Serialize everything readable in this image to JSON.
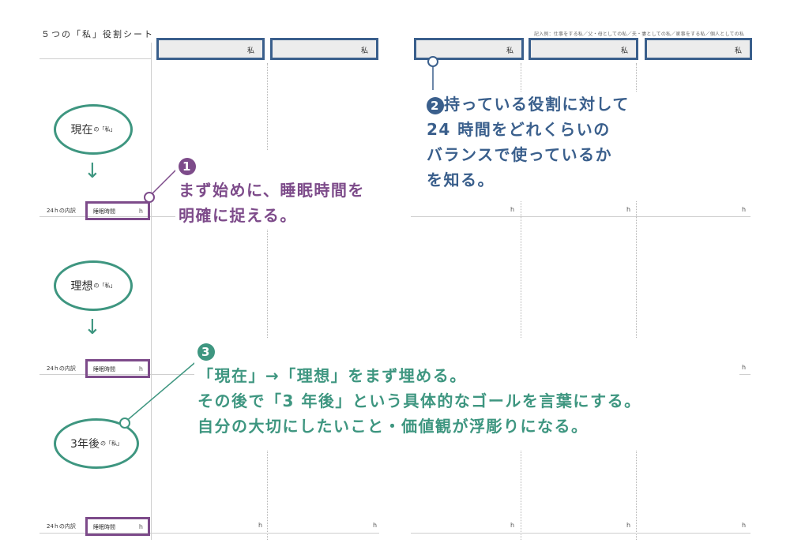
{
  "sheet": {
    "title": "５つの「私」役割シート",
    "example": "記入例：仕事をする私／父・母としての私／夫・妻としての私／家事をする私／個人としての私"
  },
  "roles": {
    "box_label": "私"
  },
  "sections": [
    {
      "main": "現在",
      "sub": "の「私」"
    },
    {
      "main": "理想",
      "sub": "の「私」"
    },
    {
      "main": "3年後",
      "sub": "の「私」"
    }
  ],
  "rows": {
    "label": "24ｈの内訳",
    "sleep": "睡眠時間",
    "unit": "h"
  },
  "arrow_glyph": "↓",
  "notes": {
    "n1": {
      "badge": "1",
      "lines": [
        "まず始めに、睡眠時間を",
        "明確に捉える。"
      ]
    },
    "n2": {
      "badge": "2",
      "lines": [
        "持っている役割に対して",
        "24 時間をどれくらいの",
        "バランスで使っているか",
        "を知る。"
      ]
    },
    "n3": {
      "badge": "3",
      "lines": [
        "「現在」→「理想」をまず埋める。",
        "その後で「3 年後」という具体的なゴールを言葉にする。",
        "自分の大切にしたいこと・価値観が浮彫りになる。"
      ]
    }
  },
  "colors": {
    "purple": "#7d4b8a",
    "blue": "#3a5f8c",
    "green": "#3e9680"
  }
}
